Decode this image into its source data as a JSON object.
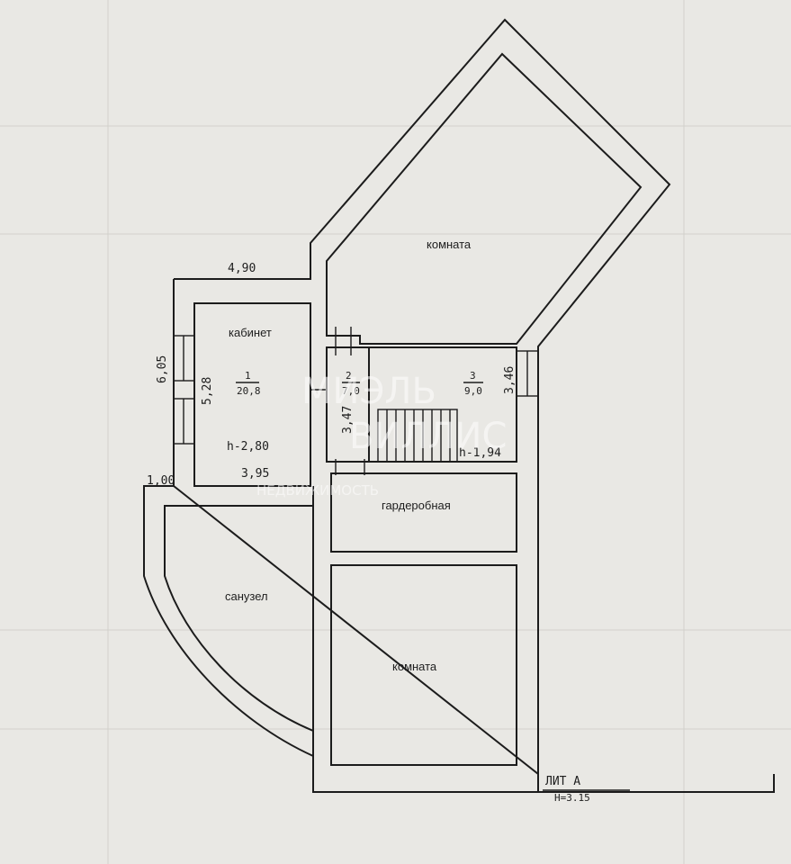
{
  "rooms": {
    "room_top": "комната",
    "office": "кабинет",
    "office_number": "1",
    "office_area": "20,8",
    "office_height": "h-2,80",
    "hall_number": "2",
    "hall_area": "7,0",
    "stair_number": "3",
    "stair_area": "9,0",
    "stair_height": "h-1,94",
    "wardrobe": "гардеробная",
    "bathroom": "санузел",
    "room_bottom": "комната"
  },
  "dimensions": {
    "d490": "4,90",
    "d605": "6,05",
    "d528": "5,28",
    "d395": "3,95",
    "d100": "1,00",
    "d347": "3,47",
    "d346": "3,46"
  },
  "stamp": {
    "title": "ЛИТ А",
    "height": "Н=3.15"
  },
  "watermark": {
    "line1": "МИЭЛЬ",
    "line2": "ВИЛЛИС",
    "line3": "НЕДВИЖИМОСТЬ"
  }
}
